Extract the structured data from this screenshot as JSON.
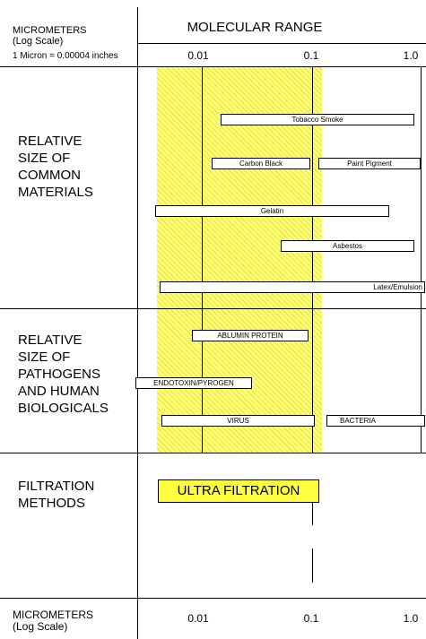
{
  "header": {
    "units_label": "MICROMETERS\n(Log Scale)",
    "conversion_note": "1 Micron = 0.00004 inches",
    "title": "MOLECULAR RANGE"
  },
  "axis": {
    "ticks": [
      "0.01",
      "0.1",
      "1.0"
    ],
    "ticks_bottom": [
      "0.01",
      "0.1",
      "1.0"
    ],
    "footer_units_label": "MICROMETERS\n(Log Scale)"
  },
  "sections": {
    "materials_label": "RELATIVE\nSIZE OF\nCOMMON\nMATERIALS",
    "pathogens_label": "RELATIVE\nSIZE OF\nPATHOGENS\nAND HUMAN\nBIOLOGICALS",
    "filtration_label": "FILTRATION\nMETHODS"
  },
  "materials": [
    {
      "label": "Tobacco Smoke"
    },
    {
      "label": "Carbon Black"
    },
    {
      "label": "Paint Pigment"
    },
    {
      "label": "Gelatin"
    },
    {
      "label": "Asbestos"
    },
    {
      "label": "Latex/Emulsion"
    }
  ],
  "pathogens": [
    {
      "label": "ABLUMIN PROTEIN"
    },
    {
      "label": "ENDOTOXIN/PYROGEN"
    },
    {
      "label": "VIRUS"
    },
    {
      "label": "BACTERIA"
    }
  ],
  "filtration": {
    "method": "ULTRA FILTRATION"
  },
  "colors": {
    "highlight": "#ffff73",
    "method_box": "#ffff40"
  }
}
